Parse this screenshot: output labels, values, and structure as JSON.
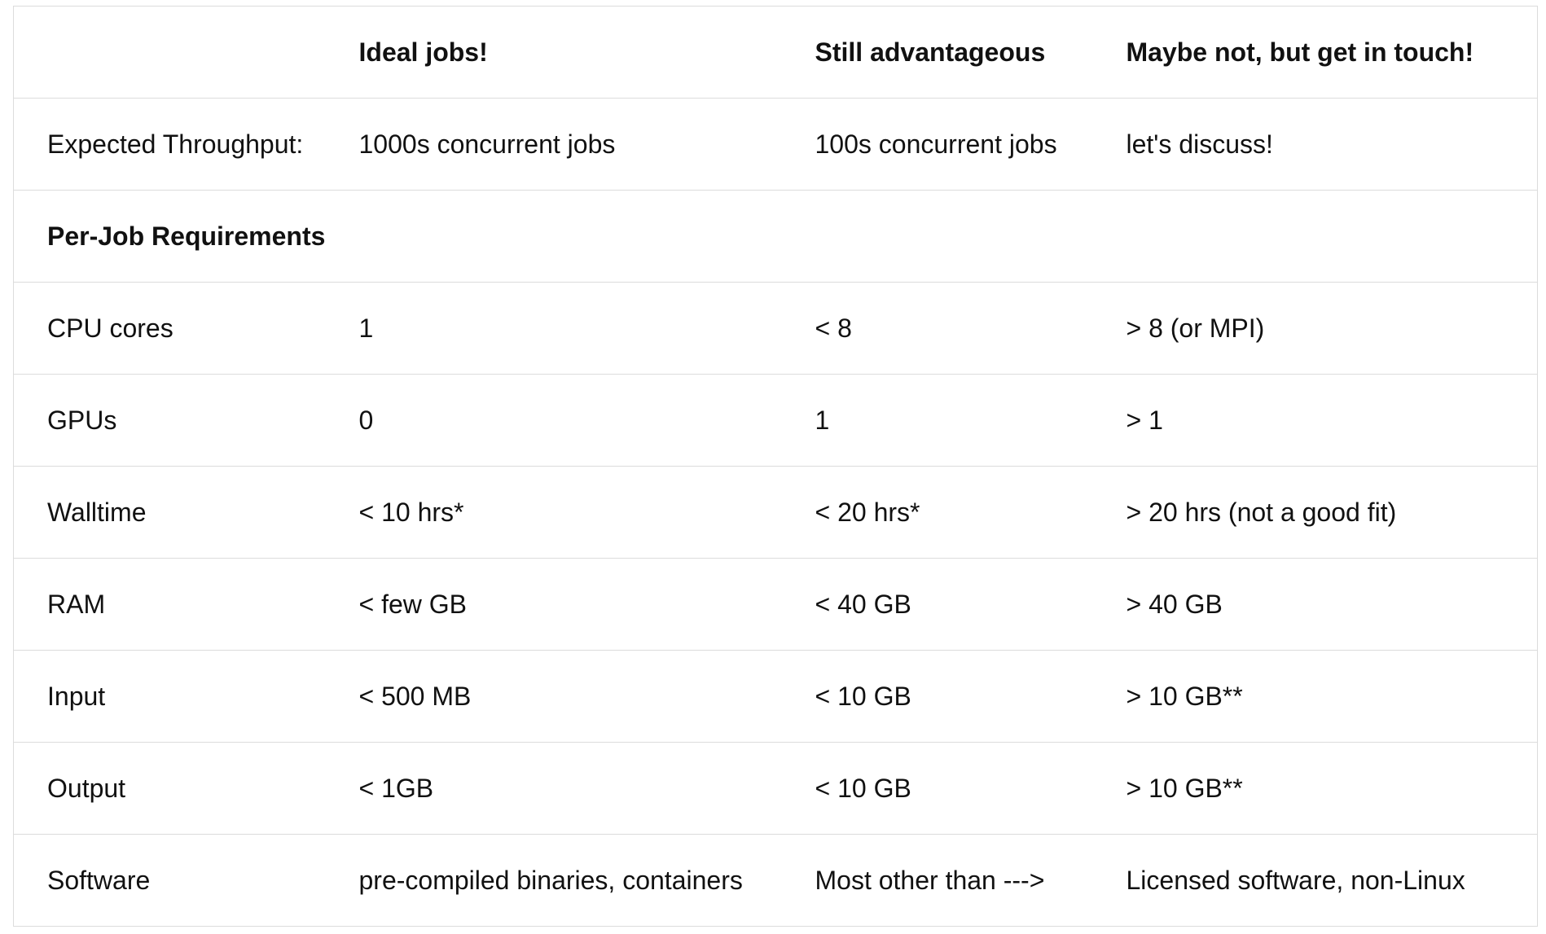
{
  "header": {
    "col1": "",
    "col2": "Ideal jobs!",
    "col3": "Still advantageous",
    "col4": "Maybe not, but get in touch!"
  },
  "rows": [
    {
      "label": "Expected Throughput:",
      "ideal": "1000s concurrent jobs",
      "advantageous": "100s concurrent jobs",
      "maybe": "let's discuss!"
    },
    {
      "label": "Per-Job Requirements",
      "ideal": "",
      "advantageous": "",
      "maybe": ""
    },
    {
      "label": "CPU cores",
      "ideal": "1",
      "advantageous": "< 8",
      "maybe": "> 8 (or MPI)"
    },
    {
      "label": "GPUs",
      "ideal": "0",
      "advantageous": "1",
      "maybe": "> 1"
    },
    {
      "label": "Walltime",
      "ideal": "< 10 hrs*",
      "advantageous": "< 20 hrs*",
      "maybe": "> 20 hrs (not a good fit)"
    },
    {
      "label": "RAM",
      "ideal": "< few GB",
      "advantageous": "< 40 GB",
      "maybe": "> 40 GB"
    },
    {
      "label": "Input",
      "ideal": "< 500 MB",
      "advantageous": "< 10 GB",
      "maybe": "> 10 GB**"
    },
    {
      "label": "Output",
      "ideal": "< 1GB",
      "advantageous": "< 10 GB",
      "maybe": "> 10 GB**"
    },
    {
      "label": "Software",
      "ideal": "pre-compiled binaries, containers",
      "advantageous": "Most other than --->",
      "maybe": "Licensed software, non-Linux"
    }
  ]
}
